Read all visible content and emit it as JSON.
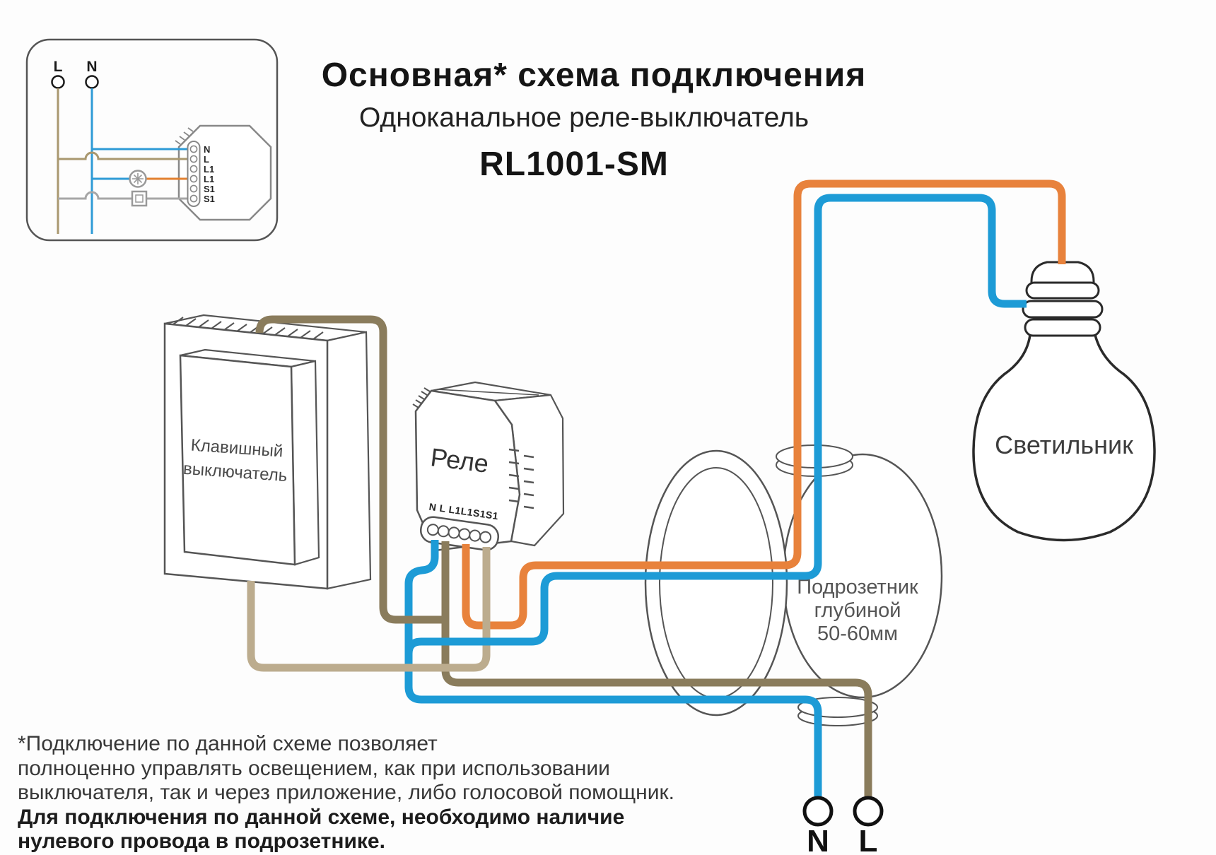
{
  "title": {
    "main": "Основная* схема подключения",
    "subtitle": "Одноканальное реле-выключатель",
    "model": "RL1001-SM"
  },
  "inset": {
    "l_label": "L",
    "n_label": "N",
    "terminals": [
      "N",
      "L",
      "L1",
      "L1",
      "S1",
      "S1"
    ]
  },
  "wall_switch": {
    "label_line1": "Клавишный",
    "label_line2": "выключатель"
  },
  "relay": {
    "label": "Реле",
    "terminals_label": "N L L1L1S1S1"
  },
  "junction_box": {
    "line1": "Подрозетник",
    "line2": "глубиной",
    "line3": "50-60мм"
  },
  "lamp": {
    "label": "Светильник"
  },
  "supply": {
    "n_label": "N",
    "l_label": "L"
  },
  "footnote": {
    "line1": "*Подключение по данной схеме позволяет",
    "line2": "полноценно управлять освещением, как при использовании",
    "line3": "выключателя, так и через приложение, либо голосовой помощник.",
    "line4": "Для подключения по данной схеме, необходимо наличие",
    "line5": "нулевого провода в подрозетнике."
  },
  "colors": {
    "blue": "#1D9BD6",
    "orange": "#E8823C",
    "khaki": "#8A7C5C",
    "tan": "#BCAC8E",
    "inset_tan": "#A9986F",
    "inset_blue": "#2E9BD6",
    "inset_orange": "#E2802F",
    "inset_gray": "#A6A6A6"
  }
}
